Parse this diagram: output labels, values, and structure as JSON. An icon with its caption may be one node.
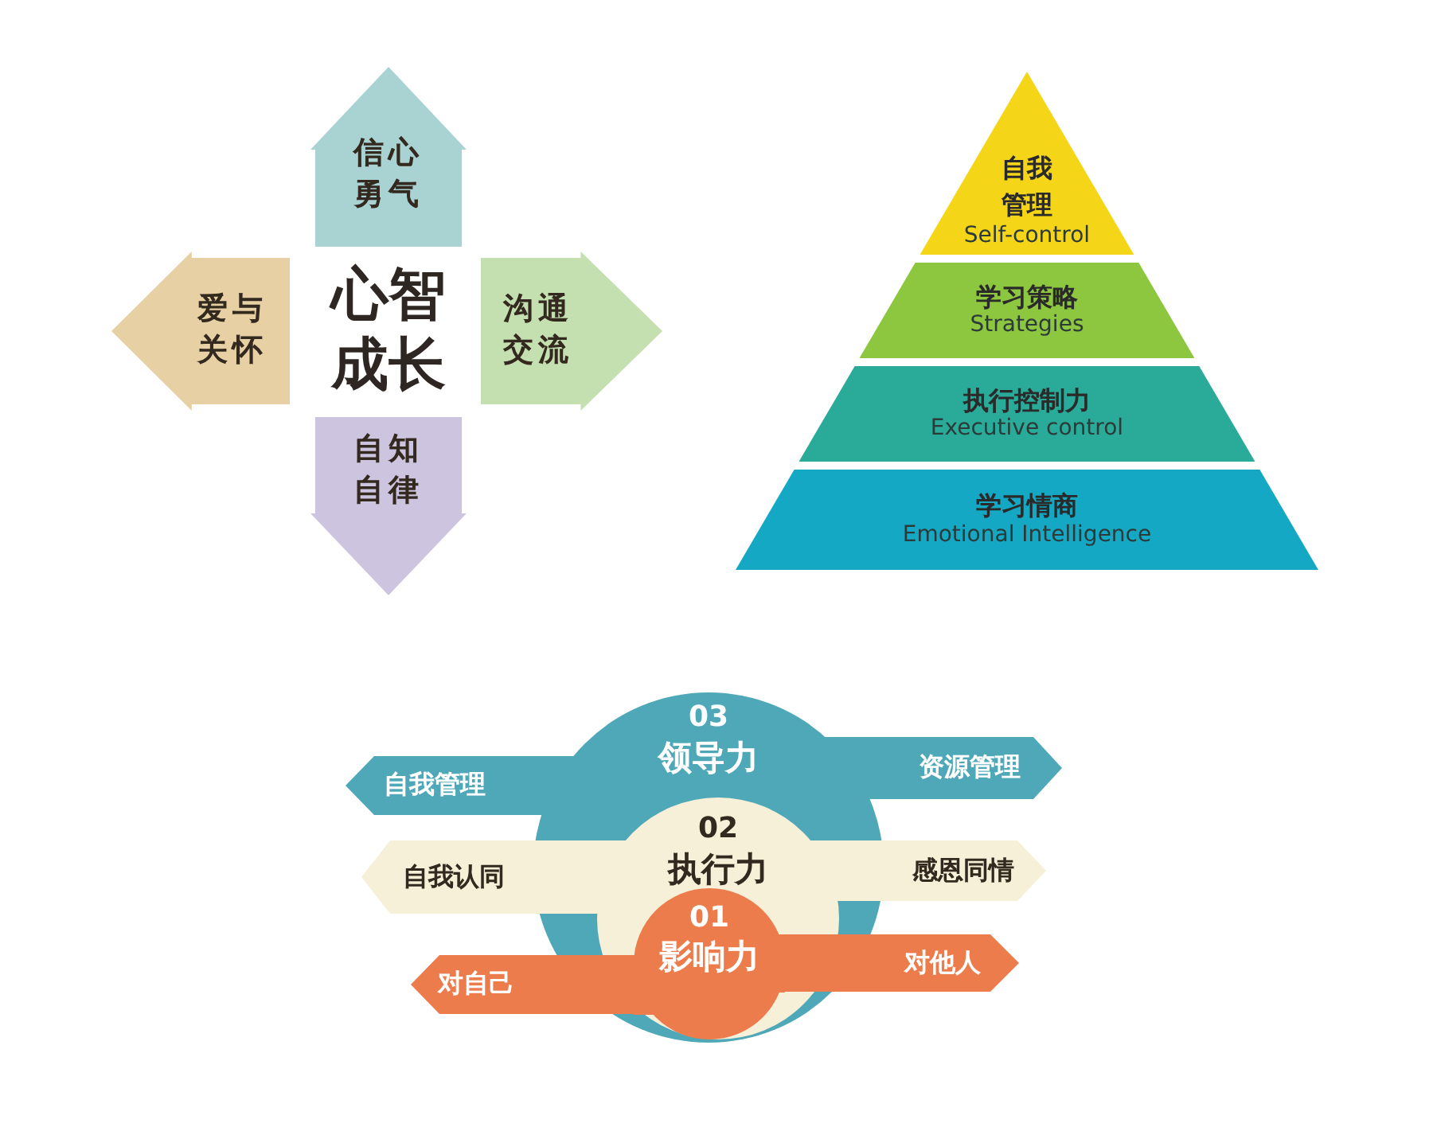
{
  "diagram": {
    "nodes": [
      {
        "text": [
          "信心勇气"
        ]
      },
      {
        "text": [
          "爱与关怀"
        ]
      },
      {
        "text": [
          "心智成长"
        ]
      },
      {
        "text": [
          "沟通交流"
        ]
      },
      {
        "text": [
          "自知自律"
        ]
      },
      {
        "text": [
          "自我管理",
          "Self-control"
        ]
      },
      {
        "text": [
          "学习策略",
          "Strategies"
        ]
      },
      {
        "text": [
          "执行控制力",
          "Executive control"
        ]
      },
      {
        "text": [
          "学习情商",
          "Emotional Intelligence"
        ]
      },
      {
        "text": [
          "03",
          "领导力"
        ]
      },
      {
        "text": [
          "自我管理"
        ]
      },
      {
        "text": [
          "资源管理"
        ]
      },
      {
        "text": [
          "02",
          "执行力"
        ],
        "in": 9
      },
      {
        "text": [
          "自我认同"
        ]
      },
      {
        "text": [
          "感恩同情"
        ]
      },
      {
        "text": [
          "01",
          "影响力"
        ],
        "in": 12
      },
      {
        "text": [
          "对自己"
        ]
      },
      {
        "text": [
          "对他人"
        ]
      }
    ]
  }
}
